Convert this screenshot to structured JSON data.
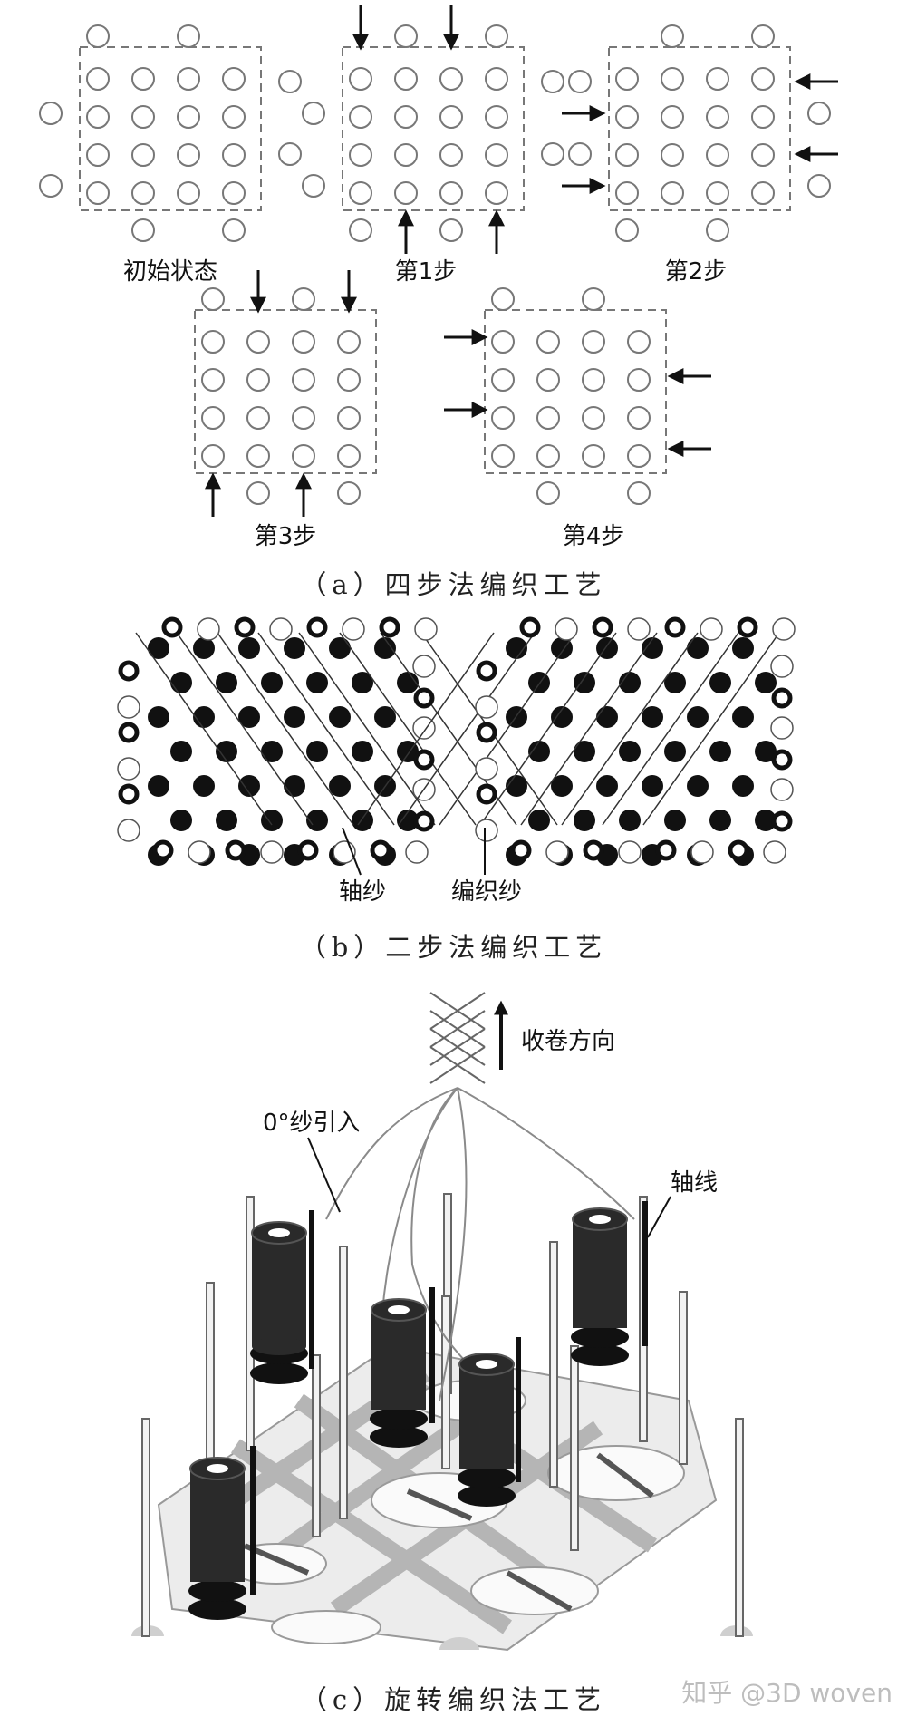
{
  "panel_a": {
    "caption": "（a）四步法编织工艺",
    "steps": [
      {
        "label": "初始状态"
      },
      {
        "label": "第1步"
      },
      {
        "label": "第2步"
      },
      {
        "label": "第3步"
      },
      {
        "label": "第4步"
      }
    ]
  },
  "panel_b": {
    "caption": "（b）二步法编织工艺",
    "labels": {
      "axial": "轴纱",
      "braiding": "编织纱"
    }
  },
  "panel_c": {
    "caption": "（c）旋转编织法工艺",
    "labels": {
      "takeup": "收卷方向",
      "zero_deg": "0°纱引入",
      "axis": "轴线"
    }
  },
  "watermark": "知乎 @3D woven"
}
